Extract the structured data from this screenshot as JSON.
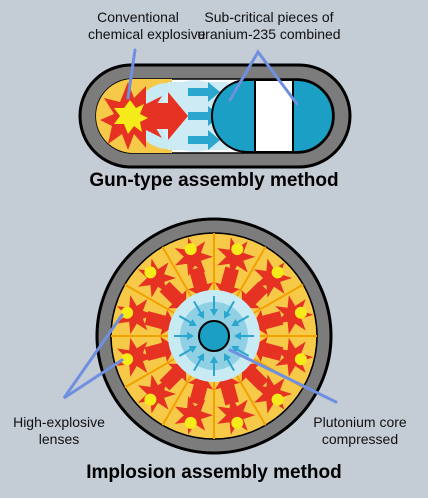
{
  "labels": {
    "conventional_line1": "Conventional",
    "conventional_line2": "chemical explosive",
    "subcritical_line1": "Sub-critical pieces of",
    "subcritical_line2": "uranium-235 combined",
    "high_explosive_line1": "High-explosive",
    "high_explosive_line2": "lenses",
    "plutonium_line1": "Plutonium core",
    "plutonium_line2": "compressed"
  },
  "titles": {
    "gun_type": "Gun-type assembly method",
    "implosion": "Implosion assembly method"
  },
  "colors": {
    "background": "#c4ccd6",
    "casing": "#7c7c7c",
    "outline": "#000000",
    "explosive_fill": "#f7c948",
    "explosion_red": "#e53222",
    "explosion_yellow": "#f5ea1a",
    "uranium_blue": "#1b9fc5",
    "shock_light_blue": "#c8eaf3",
    "arrow_blue": "#2aa6cf",
    "pointer_blue": "#6f8fe0",
    "white": "#ffffff"
  }
}
